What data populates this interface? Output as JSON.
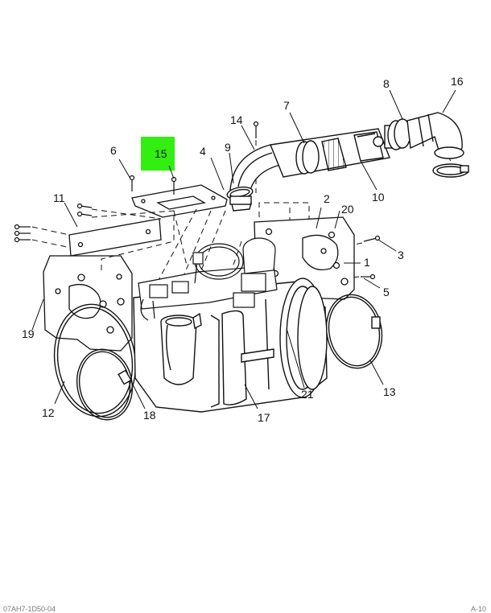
{
  "callouts": {
    "c1": "1",
    "c2": "2",
    "c3": "3",
    "c4": "4",
    "c5": "5",
    "c6": "6",
    "c7": "7",
    "c8": "8",
    "c9": "9",
    "c10": "10",
    "c11": "11",
    "c12": "12",
    "c13": "13",
    "c14": "14",
    "c15": "15",
    "c16": "16",
    "c17": "17",
    "c18": "18",
    "c19": "19",
    "c20": "20",
    "c21": "21"
  },
  "highlight": {
    "color": "#33ee11",
    "part": "15"
  },
  "footer": {
    "left": "07AH7-1D50-04",
    "right": "A-10"
  }
}
